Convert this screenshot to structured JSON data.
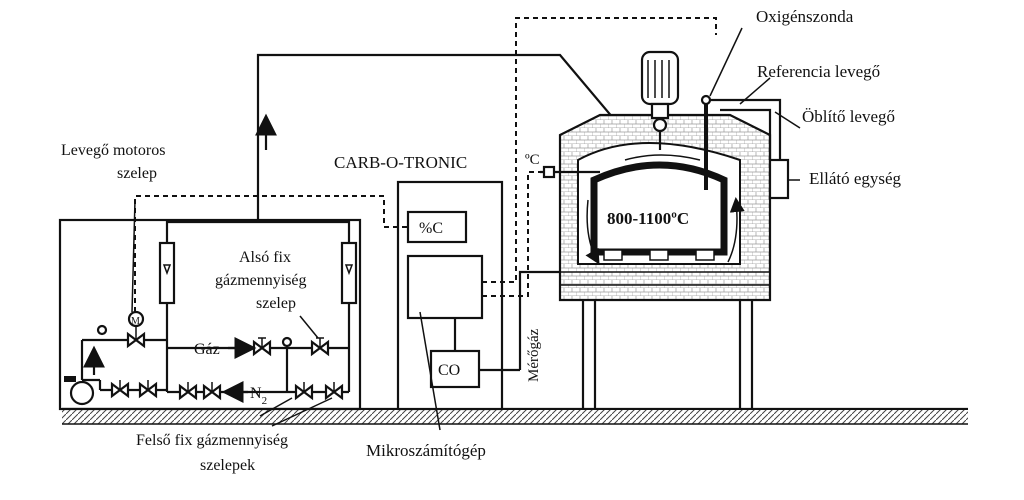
{
  "labels": {
    "oxigenszonda": "Oxigénszonda",
    "referencia": "Referencia levegő",
    "oblito": "Öblítő levegő",
    "ellato": "Ellátó egység",
    "carb": "CARB-O-TRONIC",
    "celsius": "ºC",
    "temperature": "800-1100ºC",
    "percent_c": "%C",
    "co": "CO",
    "merogaz": "Mérőgáz",
    "levego_line1": "Levegő motoros",
    "levego_line2": "szelep",
    "also_line1": "Alsó fix",
    "also_line2": "gázmennyiség",
    "also_line3": "szelep",
    "gaz": "Gáz",
    "n2": "N",
    "n2_sub": "2",
    "felso_line1": "Felső fix gázmennyiség",
    "felso_line2": "szelepek",
    "mikroszamitogep": "Mikroszámítógép",
    "motor_symbol": "M"
  },
  "colors": {
    "line": "#111111",
    "background": "#ffffff",
    "hatch": "#9a9a9a"
  }
}
